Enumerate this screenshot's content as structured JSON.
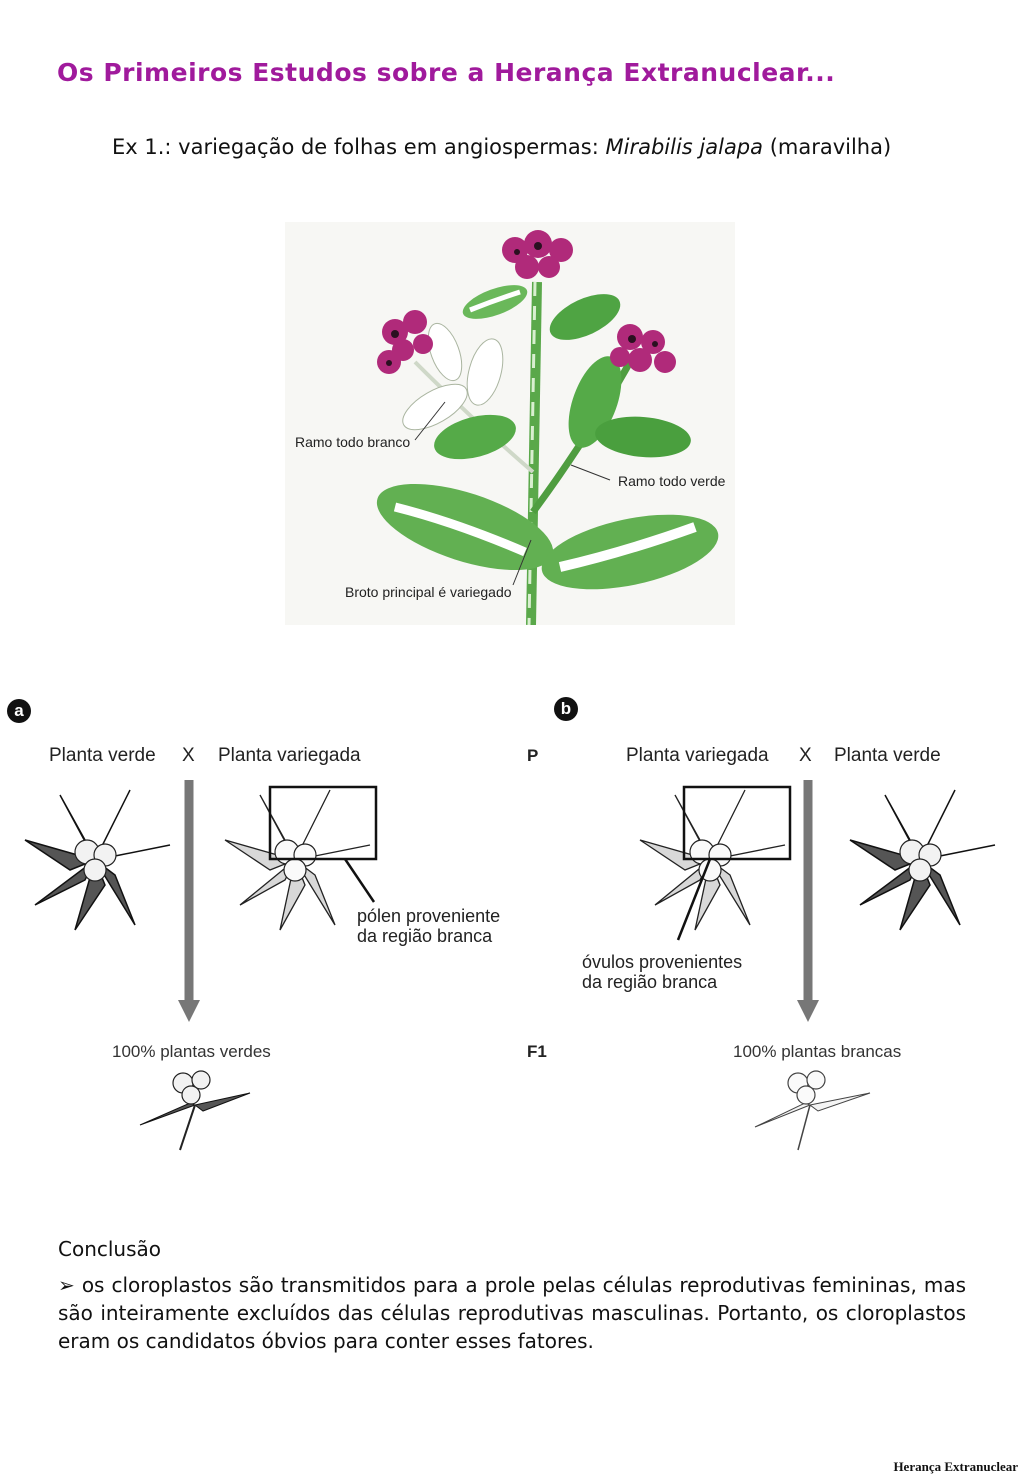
{
  "title": "Os Primeiros Estudos sobre a Herança Extranuclear...",
  "subtitle": {
    "prefix": "Ex 1.: variegação de folhas em angiospermas: ",
    "species": "Mirabilis jalapa",
    "suffix": " (maravilha)"
  },
  "plant_figure": {
    "label_white_branch": "Ramo todo branco",
    "label_green_branch": "Ramo todo verde",
    "label_main_shoot": "Broto principal é variegado"
  },
  "cross_a": {
    "badge": "a",
    "parent_left": "Planta verde",
    "cross_symbol": "X",
    "parent_right": "Planta variegada",
    "callout_line1": "pólen proveniente",
    "callout_line2": "da região branca",
    "result": "100% plantas verdes"
  },
  "generations": {
    "p": "P",
    "f1": "F1"
  },
  "cross_b": {
    "badge": "b",
    "parent_left": "Planta variegada",
    "cross_symbol": "X",
    "parent_right": "Planta verde",
    "callout_line1": "óvulos provenientes",
    "callout_line2": "da região branca",
    "result": "100% plantas brancas"
  },
  "conclusion": {
    "heading": "Conclusão",
    "bullet": "➢",
    "text": "os cloroplastos são transmitidos para a prole pelas células reprodutivas femininas, mas são inteiramente excluídos das células reprodutivas masculinas. Portanto, os cloroplastos eram os candidatos óbvios para conter esses fatores."
  },
  "footer": "Herança Extranuclear",
  "colors": {
    "title": "#a01a9c",
    "flower": "#b02a7a",
    "leaf_green": "#3f9a3a"
  }
}
